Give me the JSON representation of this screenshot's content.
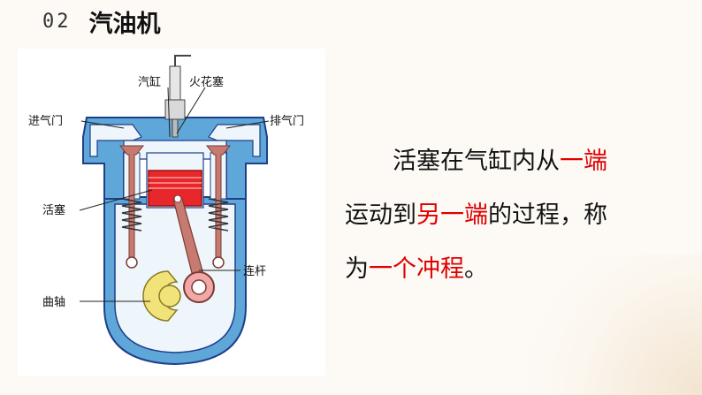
{
  "header": {
    "number": "02",
    "title": "汽油机"
  },
  "diagram": {
    "labels": {
      "cylinder": "汽缸",
      "spark_plug": "火花塞",
      "intake_valve": "进气门",
      "exhaust_valve": "排气门",
      "piston": "活塞",
      "connecting_rod": "连杆",
      "crankshaft": "曲轴"
    },
    "colors": {
      "casing_fill": "#5fa7d8",
      "casing_stroke": "#1e3f8a",
      "inner_fill": "#e9f3fa",
      "piston": "#e8272b",
      "valve": "#c77a70",
      "crank": "#f2e27a"
    }
  },
  "text": {
    "line1_a": "活塞在气缸内从",
    "line1_b": "一端",
    "line2_a": "运动到",
    "line2_b": "另一端",
    "line2_c": "的过程，称",
    "line3_a": "为",
    "line3_b": "一个冲程",
    "line3_c": "。"
  }
}
